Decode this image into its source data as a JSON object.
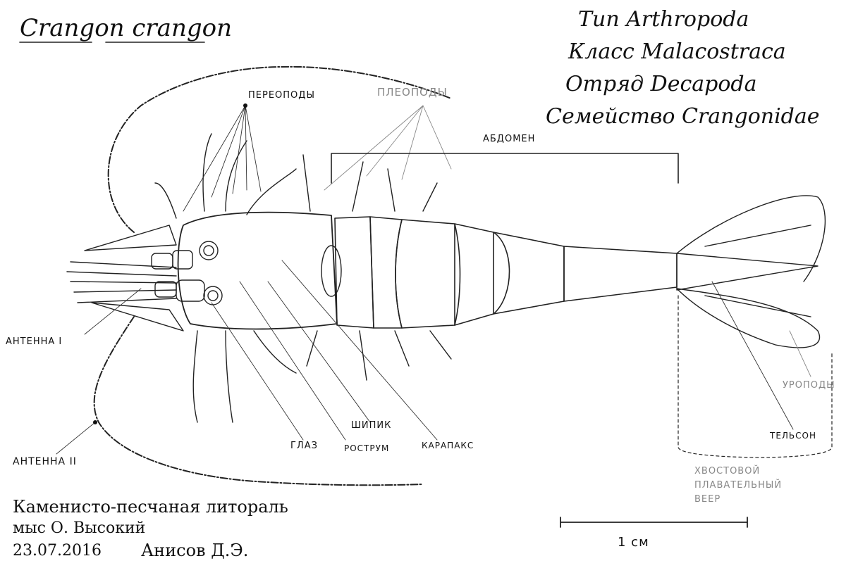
{
  "species": "Crangon crangon",
  "taxonomy": [
    {
      "rank": "Тип",
      "name": "Arthropoda"
    },
    {
      "rank": "Класс",
      "name": "Malacostraca"
    },
    {
      "rank": "Отряд",
      "name": "Decapoda"
    },
    {
      "rank": "Семейство",
      "name": "Crangonidae"
    }
  ],
  "labels": {
    "pereopods": "ПЕРЕОПОДЫ",
    "pleopods": "ПЛЕОПОДЫ",
    "abdomen": "АБДОМЕН",
    "antenna1": "АНТЕННА I",
    "antenna2": "АНТЕННА II",
    "spine": "ШИПИК",
    "eye": "ГЛАЗ",
    "rostrum": "РОСТРУМ",
    "carapace": "КАРАПАКС",
    "uropods": "УРОПОДЫ",
    "telson": "ТЕЛЬСОН",
    "tailfan_line1": "ХВОСТОВОЙ",
    "tailfan_line2": "ПЛАВАТЕЛЬНЫЙ",
    "tailfan_line3": "ВЕЕР"
  },
  "footer": {
    "habitat": "Каменисто-песчаная литораль",
    "location": "мыс О. Высокий",
    "date": "23.07.2016",
    "author": "Анисов Д.Э."
  },
  "scale_label": "1 см"
}
